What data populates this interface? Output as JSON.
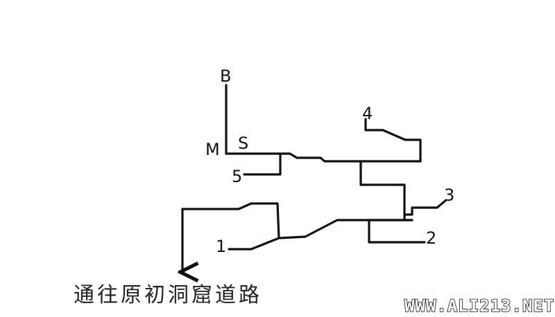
{
  "labels": {
    "b": "B",
    "m": "M",
    "s": "S",
    "n1": "1",
    "n2": "2",
    "n3": "3",
    "n4": "4",
    "n5": "5"
  },
  "caption": "通往原初洞窟道路",
  "watermark": "WWW.ALI213.NET",
  "colors": {
    "line": "#111111",
    "background": "#ffffff"
  }
}
